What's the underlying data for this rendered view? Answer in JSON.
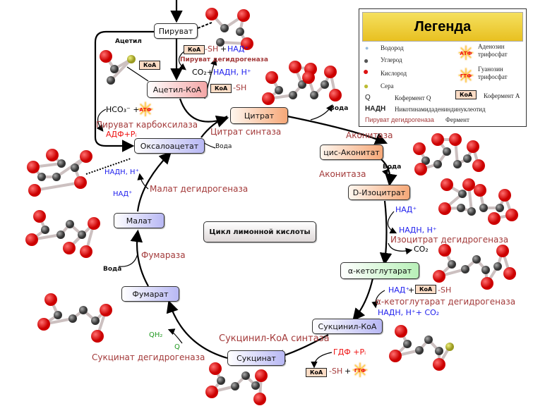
{
  "legend": {
    "title": "Легенда",
    "items": [
      {
        "icon": "hydrogen-atom",
        "label": "Водород"
      },
      {
        "icon": "carbon-atom",
        "label": "Углерод"
      },
      {
        "icon": "oxygen-atom",
        "label": "Кислород"
      },
      {
        "icon": "sulfur-atom",
        "label": "Сера"
      },
      {
        "symbol": "Q",
        "label": "Кофермент Q"
      },
      {
        "symbol": "НАДН",
        "label": "Никотинамидадениндинуклеотид"
      },
      {
        "symbol": "Пируват дегидрогеназа",
        "label": "Фермент"
      },
      {
        "symbol": "АТФ",
        "label": "Аденозин трифосфат"
      },
      {
        "symbol": "ГТФ",
        "label": "Гуанозин трифосфат"
      },
      {
        "symbol": "КоА",
        "label": "Кофермент А"
      }
    ]
  },
  "center_label": "Цикл лимонной кислоты",
  "metabolites": {
    "pyruvate": "Пируват",
    "acetyl_coa": "Ацетил-КоА",
    "citrate": "Цитрат",
    "cis_aconitate": "цис-Аконитат",
    "isocitrate": "D-Изоцитрат",
    "ketoglutarate": "α-кетоглутарат",
    "succinyl_coa": "Сукцинил-КоА",
    "succinate": "Сукцинат",
    "fumarate": "Фумарат",
    "malate": "Малат",
    "oxaloacetate": "Оксалоацетат"
  },
  "enzymes": {
    "pyruvate_dh": "Пируват дегидрогеназа",
    "pyruvate_carboxylase": "Пируват карбоксилаза",
    "citrate_synthase": "Цитрат синтаза",
    "aconitase1": "Аконитаза",
    "aconitase2": "Аконитаза",
    "isocitrate_dh": "Изоцитрат дегидрогеназа",
    "ketoglutarate_dh": "α-кетоглутарат дегидрогеназа",
    "succinyl_coa_synthase": "Сукцинил-КоА синтаза",
    "succinate_dh": "Сукцинат дегидрогеназа",
    "fumarase": "Фумараза",
    "malate_dh": "Малат дегидрогеназа"
  },
  "cofactors": {
    "koa": "КоА",
    "sh": "-SH",
    "plus": "+",
    "nad_plus": "НАД⁺",
    "nadh_h": "НАДН, Н⁺",
    "co2": "CO₂",
    "co2_plus": "CO₂+",
    "nadh_h_plus_co2": "НАДН, Н⁺+ CO₂",
    "hco3": "HCO₃⁻ +",
    "atp": "АТФ",
    "gtp": "ГТФ",
    "adp_pi": "АДФ+Pᵢ",
    "gdp_pi": "ГДФ +Pᵢ",
    "water": "Вода",
    "acetyl": "Ацетил",
    "q": "Q",
    "qh2": "QH₂"
  },
  "colors": {
    "enzyme": "#a33a3a",
    "nad": "#2222ee",
    "energy": "#ee1111",
    "coenzyme_q": "#229922",
    "oxygen": "#dd1111",
    "carbon": "#555555",
    "sulfur": "#c8c840",
    "hydrogen": "#a8c8e8"
  }
}
